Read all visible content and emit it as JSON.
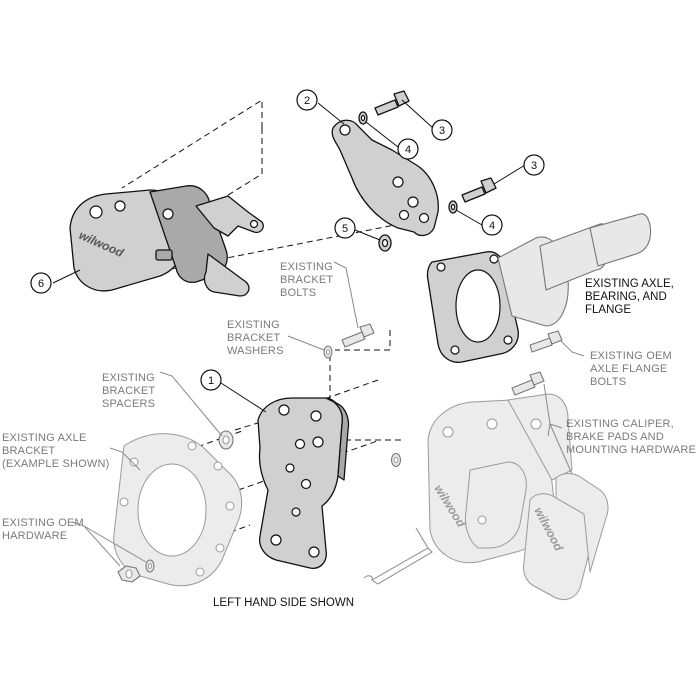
{
  "callouts": [
    {
      "id": "1",
      "label": "1"
    },
    {
      "id": "2",
      "label": "2"
    },
    {
      "id": "3a",
      "label": "3"
    },
    {
      "id": "3b",
      "label": "3"
    },
    {
      "id": "4a",
      "label": "4"
    },
    {
      "id": "4b",
      "label": "4"
    },
    {
      "id": "5",
      "label": "5"
    },
    {
      "id": "6",
      "label": "6"
    }
  ],
  "labels": {
    "existing_bracket_bolts": [
      "EXISTING",
      "BRACKET",
      "BOLTS"
    ],
    "existing_bracket_washers": [
      "EXISTING",
      "BRACKET",
      "WASHERS"
    ],
    "existing_bracket_spacers": [
      "EXISTING",
      "BRACKET",
      "SPACERS"
    ],
    "existing_axle_bracket": [
      "EXISTING AXLE",
      "BRACKET",
      "(EXAMPLE SHOWN)"
    ],
    "existing_oem_hardware": [
      "EXISTING OEM",
      "HARDWARE"
    ],
    "existing_axle_bearing_flange": [
      "EXISTING AXLE,",
      "BEARING, AND",
      "FLANGE"
    ],
    "existing_oem_axle_flange_bolts": [
      "EXISTING OEM",
      "AXLE FLANGE",
      "BOLTS"
    ],
    "existing_caliper_pads_hardware": [
      "EXISTING CALIPER,",
      "BRAKE PADS AND",
      "MOUNTING HARDWARE"
    ],
    "left_hand_side_shown": "LEFT HAND SIDE SHOWN"
  },
  "logos": {
    "caliper_brand": "wilwood",
    "pad_brand": "wilwood"
  },
  "colors": {
    "line": "#111111",
    "part_fill": "#d0d0d0",
    "ghost_fill": "#ececec",
    "ghost_line": "#9a9a9a",
    "label_grey": "#7a7a7a"
  }
}
